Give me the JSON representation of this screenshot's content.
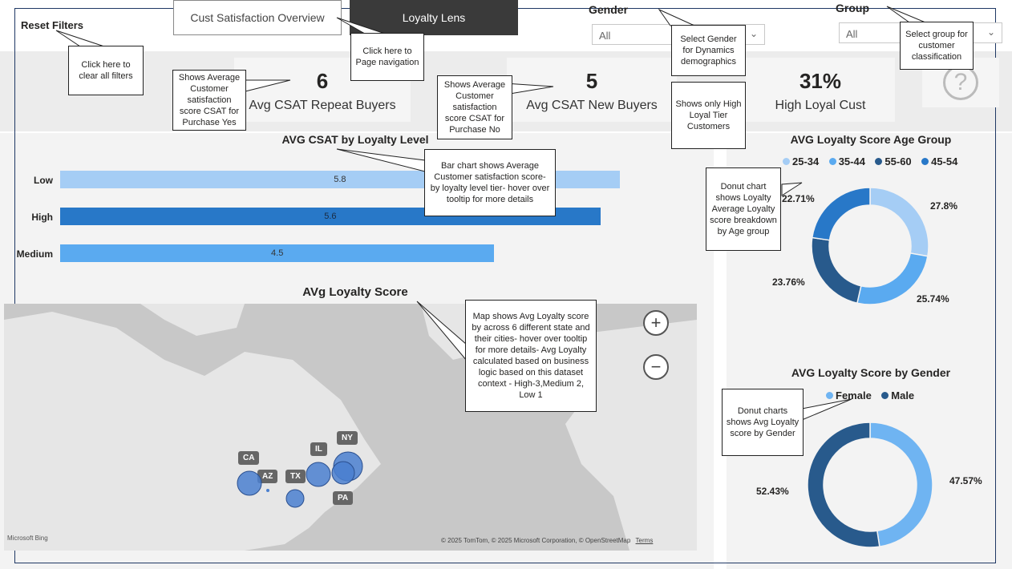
{
  "header": {
    "reset_filters": "Reset Filters",
    "tabs": [
      {
        "label": "Cust Satisfaction Overview",
        "active": false
      },
      {
        "label": "Loyalty Lens",
        "active": true
      }
    ],
    "gender_slicer": {
      "title": "Gender",
      "value": "All"
    },
    "group_slicer": {
      "title": "Group",
      "value": "All"
    }
  },
  "kpis": [
    {
      "value": "6",
      "label": "Avg CSAT Repeat Buyers"
    },
    {
      "value": "5",
      "label": "Avg CSAT New Buyers"
    },
    {
      "value": "31%",
      "label": "High Loyal Cust"
    }
  ],
  "notes": {
    "reset": "Click here to clear all filters",
    "nav": "Click here to Page navigation",
    "gender": "Select Gender for Dynamics demographics",
    "group": "Select group for customer classification",
    "kpi_repeat": "Shows Average Customer satisfaction score CSAT for Purchase Yes",
    "kpi_new": "Shows Average Customer satisfaction score CSAT for Purchase No",
    "kpi_loyal": "Shows only High Loyal Tier Customers",
    "bar": "Bar chart shows Average Customer satisfaction score- by loyalty level tier- hover over tooltip for more details",
    "donut_age": "Donut chart shows Loyalty Average Loyalty score breakdown by Age group",
    "donut_gender": "Donut charts shows Avg Loyalty score by Gender",
    "map": "Map shows Avg Loyalty score by across 6 different state and their cities- hover over tooltip for more details- Avg Loyalty calculated based on business logic based on this dataset context - High-3,Medium 2, Low 1"
  },
  "map": {
    "title": "AVg Loyalty Score",
    "states": [
      "CA",
      "AZ",
      "TX",
      "IL",
      "NY",
      "PA"
    ],
    "attribution": "© 2025 TomTom, © 2025 Microsoft Corporation, © OpenStreetMap",
    "terms": "Terms",
    "bing": "Microsoft Bing",
    "zoom_in": "+",
    "zoom_out": "−"
  },
  "help_icon": "?",
  "colors": {
    "light": "#a5cdf5",
    "mid": "#5aaaf0",
    "dark": "#2878c8",
    "navy": "#285a8c"
  },
  "chart_data": [
    {
      "type": "bar",
      "orientation": "horizontal",
      "title": "AVG CSAT by Loyalty Level",
      "categories": [
        "Low",
        "High",
        "Medium"
      ],
      "values": [
        5.8,
        5.6,
        4.5
      ],
      "colors": [
        "#a5cdf5",
        "#2878c8",
        "#5aaaf0"
      ],
      "xlim": [
        0,
        6.4
      ]
    },
    {
      "type": "pie",
      "donut": true,
      "title": "AVG Loyalty Score Age Group",
      "categories": [
        "25-34",
        "35-44",
        "55-60",
        "45-54"
      ],
      "values": [
        27.8,
        25.74,
        23.76,
        22.71
      ],
      "labels": [
        "27.8%",
        "25.74%",
        "23.76%",
        "22.71%"
      ],
      "colors": [
        "#a5cdf5",
        "#5aaaf0",
        "#285a8c",
        "#2878c8"
      ],
      "legend": "top"
    },
    {
      "type": "pie",
      "donut": true,
      "title": "AVG Loyalty Score by Gender",
      "categories": [
        "Female",
        "Male"
      ],
      "values": [
        47.57,
        52.43
      ],
      "labels": [
        "47.57%",
        "52.43%"
      ],
      "colors": [
        "#6fb4f2",
        "#285a8c"
      ],
      "legend": "top"
    }
  ]
}
